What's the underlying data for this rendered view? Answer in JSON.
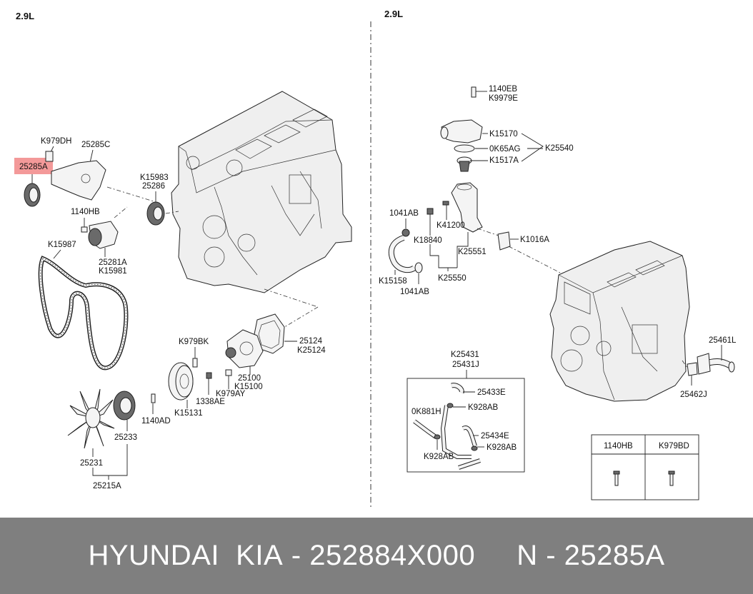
{
  "left_panel": {
    "engine_label": "2.9L",
    "callouts": {
      "k979dh": "K979DH",
      "c25285c": "25285C",
      "c25285a": "25285A",
      "k15983": "K15983",
      "c25286": "25286",
      "c1140hb": "1140HB",
      "k15987": "K15987",
      "c25281a": "25281A",
      "k15981": "K15981",
      "k979bk": "K979BK",
      "c25124": "25124",
      "k25124": "K25124",
      "c25100": "25100",
      "k15100": "K15100",
      "k979ay": "K979AY",
      "c1338ae": "1338AE",
      "k15131": "K15131",
      "c1140ad": "1140AD",
      "c25233": "25233",
      "c25231": "25231",
      "c25215a": "25215A"
    },
    "highlighted_part": "25285A",
    "highlight_color": "#f08080"
  },
  "right_panel": {
    "engine_label": "2.9L",
    "callouts": {
      "c1140eb": "1140EB",
      "k9979e": "K9979E",
      "k15170": "K15170",
      "k0k65ag": "0K65AG",
      "k25540": "K25540",
      "k1517a": "K1517A",
      "c1041ab_top": "1041AB",
      "k41200": "K41200",
      "k18840": "K18840",
      "k1016a": "K1016A",
      "k25551": "K25551",
      "k15158": "K15158",
      "k25550": "K25550",
      "c1041ab_bot": "1041AB",
      "k25431": "K25431",
      "c25431j": "25431J",
      "c25433e": "25433E",
      "k0k881h": "0K881H",
      "k928ab_1": "K928AB",
      "c25434e": "25434E",
      "k928ab_2": "K928AB",
      "k928ab_3": "K928AB",
      "c25461l": "25461L",
      "c25462j": "25462J"
    },
    "bolt_table": {
      "headers": [
        "1140HB",
        "K979BD"
      ],
      "icons": [
        "bolt-icon",
        "bolt-icon"
      ]
    }
  },
  "footer": {
    "brand": "HYUNDAI  KIA",
    "separator_1": " - ",
    "oem_number": "252884X000",
    "gap": "     ",
    "n_label": "N",
    "separator_2": " - ",
    "part_number": "25285A"
  }
}
